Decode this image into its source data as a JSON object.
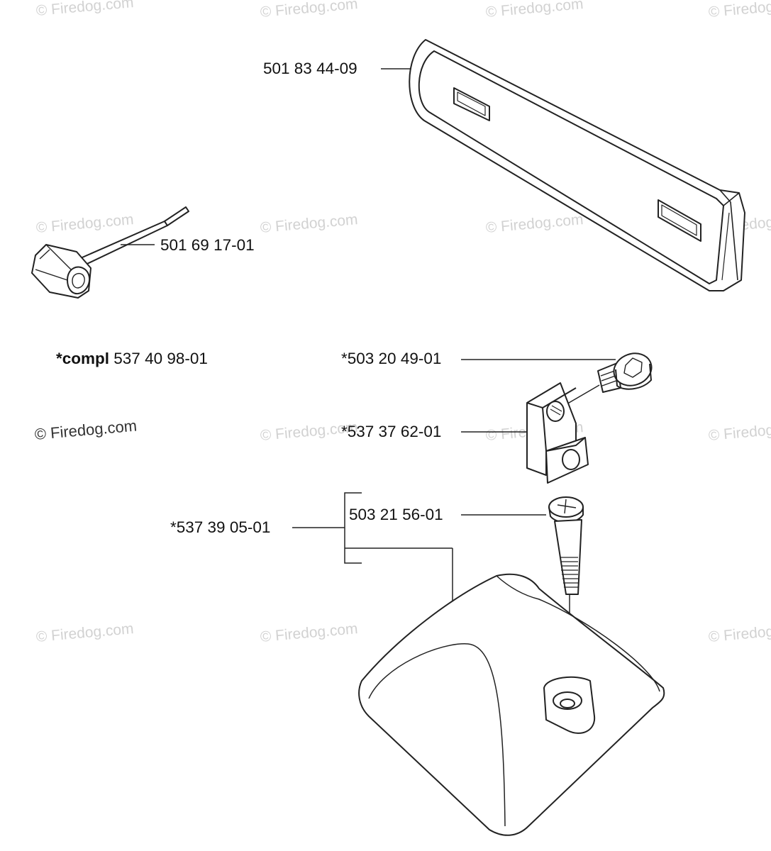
{
  "watermark": "© Firedog.com",
  "parts": {
    "bar_guard": "501 83 44-09",
    "combination_wrench": "501 69 17-01",
    "bolt_top": "*503 20 49-01",
    "bracket": "*537 37 62-01",
    "screw": "503 21 56-01",
    "spike_kit": "*537 39 05-01"
  },
  "kit_note": {
    "prefix": "*compl",
    "number": "537 40 98-01"
  }
}
